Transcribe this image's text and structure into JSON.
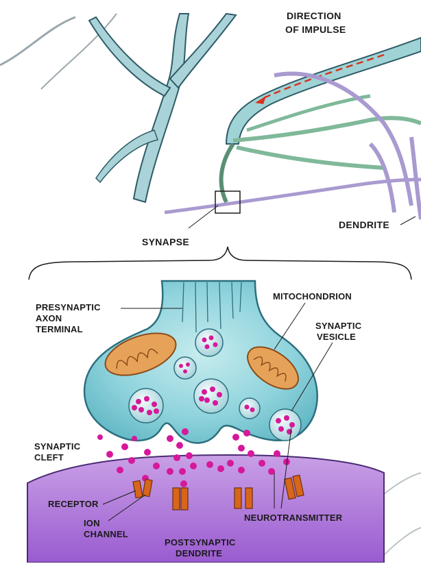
{
  "labels": {
    "direction_line1": "DIRECTION",
    "direction_line2": "OF IMPULSE",
    "dendrite": "DENDRITE",
    "synapse": "SYNAPSE",
    "presynaptic_line1": "PRESYNAPTIC",
    "presynaptic_line2": "AXON",
    "presynaptic_line3": "TERMINAL",
    "mitochondrion": "MITOCHONDRION",
    "vesicle_line1": "SYNAPTIC",
    "vesicle_line2": "VESICLE",
    "cleft_line1": "SYNAPTIC",
    "cleft_line2": "CLEFT",
    "receptor": "RECEPTOR",
    "ion_line1": "ION",
    "ion_line2": "CHANNEL",
    "neurotransmitter": "NEUROTRANSMITTER",
    "postsynaptic_line1": "POSTSYNAPTIC",
    "postsynaptic_line2": "DENDRITE"
  },
  "colors": {
    "axon_fill": "#9fd3d6",
    "axon_stroke": "#2e5b66",
    "green_fiber": "#7fb99a",
    "purple_fiber": "#a99ad0",
    "terminal_fill": "#8fd3dc",
    "terminal_stroke": "#2c6f7e",
    "mitochondrion": "#e7a25a",
    "neurotransmitter": "#d6189a",
    "postsynaptic_fill": "#b07ad6",
    "channel_fill": "#d8661a",
    "impulse_arrow": "#d8321e"
  }
}
